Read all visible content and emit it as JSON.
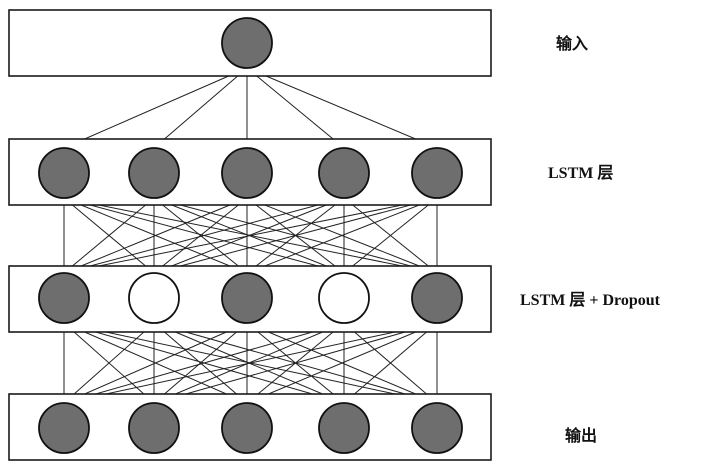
{
  "diagram": {
    "layers": [
      {
        "label": "输入",
        "neurons": [
          "active"
        ]
      },
      {
        "label": "LSTM 层",
        "neurons": [
          "active",
          "active",
          "active",
          "active",
          "active"
        ]
      },
      {
        "label": "LSTM 层 + Dropout",
        "neurons": [
          "active",
          "dropped",
          "active",
          "dropped",
          "active"
        ]
      },
      {
        "label": "输出",
        "neurons": [
          "active",
          "active",
          "active",
          "active",
          "active"
        ]
      }
    ],
    "colors": {
      "active_fill": "#6e6e6e",
      "dropped_fill": "#ffffff",
      "stroke": "#111111",
      "background": "#ffffff"
    }
  }
}
